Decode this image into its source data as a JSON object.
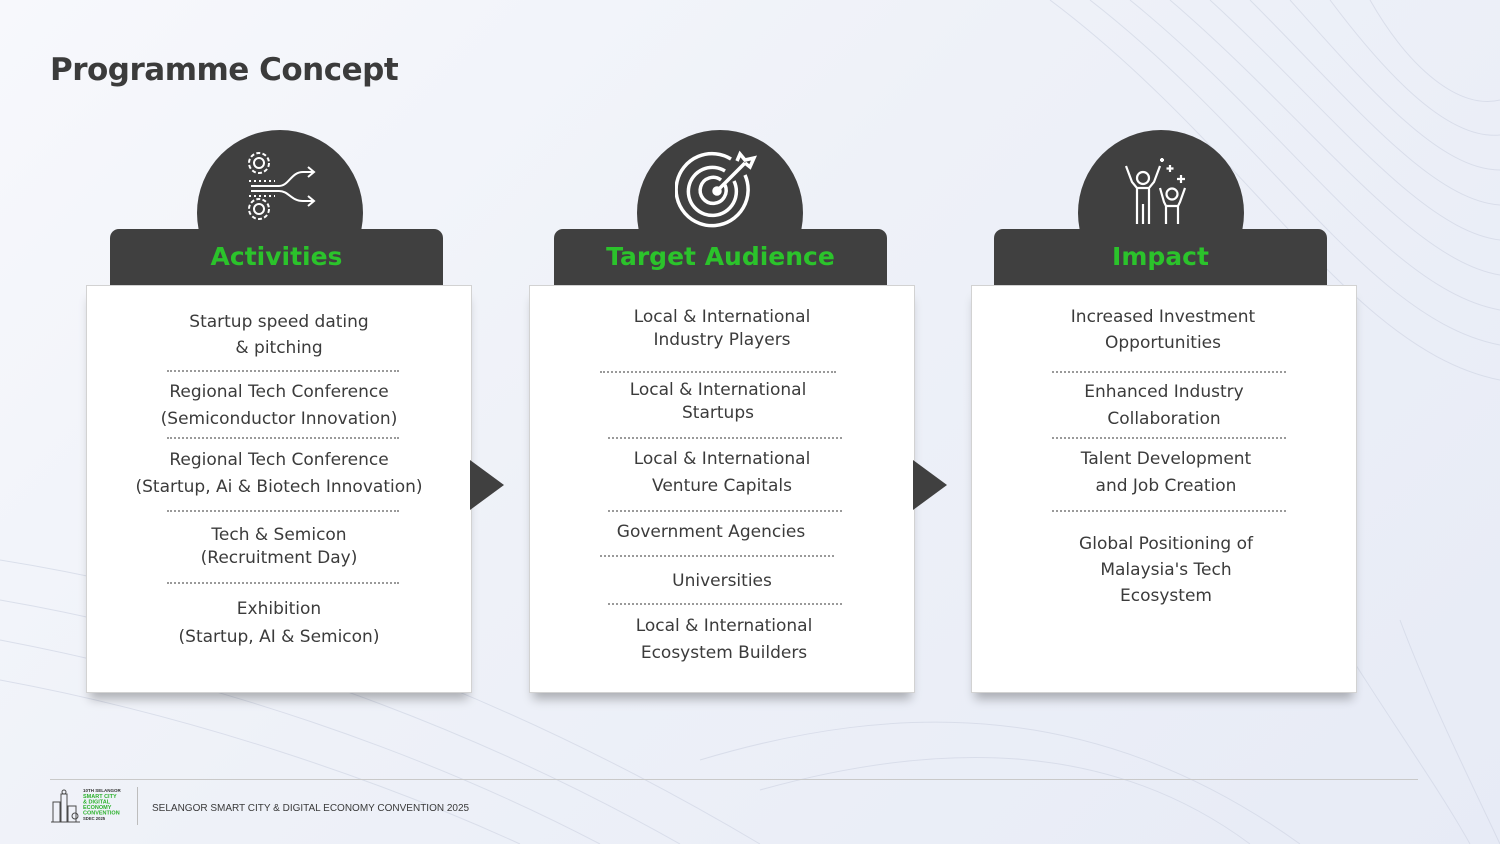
{
  "title": "Programme Concept",
  "colors": {
    "accent_green": "#2bc32b",
    "dark_panel": "#404040"
  },
  "columns": [
    {
      "heading": "Activities",
      "icon": "gears-arrows-icon",
      "items": [
        [
          "Startup speed dating",
          "& pitching"
        ],
        [
          "Regional Tech Conference",
          "(Semiconductor Innovation)"
        ],
        [
          "Regional Tech Conference",
          "(Startup, Ai & Biotech Innovation)"
        ],
        [
          "Tech & Semicon",
          "(Recruitment Day)"
        ],
        [
          "Exhibition",
          "(Startup, AI & Semicon)"
        ]
      ]
    },
    {
      "heading": "Target Audience",
      "icon": "target-arrow-icon",
      "items": [
        [
          "Local & International",
          "Industry Players"
        ],
        [
          "Local & International",
          "Startups"
        ],
        [
          "Local & International",
          "Venture Capitals"
        ],
        [
          "Government Agencies"
        ],
        [
          "Universities"
        ],
        [
          "Local & International",
          "Ecosystem Builders"
        ]
      ]
    },
    {
      "heading": "Impact",
      "icon": "celebrating-people-icon",
      "items": [
        [
          "Increased Investment",
          "Opportunities"
        ],
        [
          "Enhanced Industry",
          "Collaboration"
        ],
        [
          "Talent Development",
          "and Job Creation"
        ],
        [
          "Global Positioning of",
          "Malaysia's Tech",
          "Ecosystem"
        ]
      ]
    }
  ],
  "footer": {
    "logo_text": [
      "10TH SELANGOR",
      "SMART CITY",
      "& DIGITAL",
      "ECONOMY",
      "CONVENTION",
      "SDEC 2025"
    ],
    "caption": "SELANGOR SMART CITY & DIGITAL ECONOMY CONVENTION 2025"
  }
}
